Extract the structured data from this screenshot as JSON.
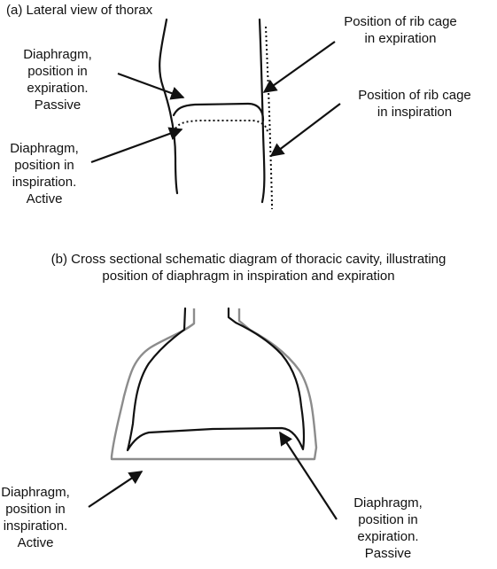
{
  "panel_a": {
    "heading": "(a) Lateral view of thorax",
    "rib_expiration": [
      "Position of rib cage",
      "in expiration"
    ],
    "rib_inspiration": [
      "Position of rib cage",
      "in inspiration"
    ],
    "diaphragm_expiration": [
      "Diaphragm,",
      "position in",
      "expiration.",
      "Passive"
    ],
    "diaphragm_inspiration": [
      "Diaphragm,",
      "position in",
      "inspiration.",
      "Active"
    ]
  },
  "panel_b": {
    "heading": [
      "(b) Cross sectional schematic diagram of thoracic cavity, illustrating",
      "position of diaphragm in inspiration and expiration"
    ],
    "diaphragm_inspiration": [
      "Diaphragm,",
      "position in",
      "inspiration.",
      "Active"
    ],
    "diaphragm_expiration": [
      "Diaphragm,",
      "position in",
      "expiration.",
      "Passive"
    ]
  },
  "colors": {
    "line": "#111111",
    "outline_grey": "#8c8c8c"
  }
}
